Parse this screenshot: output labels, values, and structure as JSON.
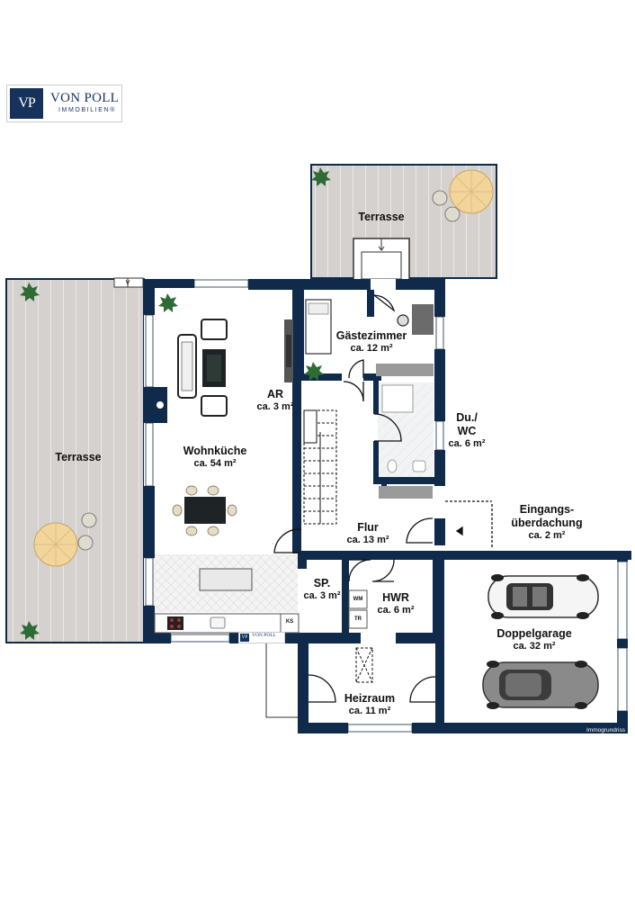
{
  "brand": {
    "mark": "VP",
    "name": "VON POLL",
    "sub": "IMMOBILIEN®"
  },
  "rooms": {
    "terrace_top": {
      "name": "Terrasse"
    },
    "terrace_left": {
      "name": "Terrasse"
    },
    "gaestezimmer": {
      "name": "Gästezimmer",
      "area": "ca. 12 m²"
    },
    "ar": {
      "name": "AR",
      "area": "ca. 3 m²"
    },
    "wohnkueche": {
      "name": "Wohnküche",
      "area": "ca. 54 m²"
    },
    "du_wc": {
      "name1": "Du./",
      "name2": "WC",
      "area": "ca. 6 m²"
    },
    "eingang": {
      "name1": "Eingangs-",
      "name2": "überdachung",
      "area": "ca. 2 m²"
    },
    "flur": {
      "name": "Flur",
      "area": "ca. 13 m²"
    },
    "sp": {
      "name": "SP.",
      "area": "ca. 3 m²"
    },
    "hwr": {
      "name": "HWR",
      "area": "ca. 6 m²"
    },
    "garage": {
      "name": "Doppelgarage",
      "area": "ca. 32 m²"
    },
    "heizraum": {
      "name": "Heizraum",
      "area": "ca. 11 m²"
    }
  },
  "fixtures": {
    "wm": "WM",
    "tr": "TR",
    "ks": "KS"
  },
  "credit": "Immogrundriss",
  "colors": {
    "wall": "#0f2a4a",
    "deck": "#d6d2cf",
    "tile": "#efefef"
  }
}
